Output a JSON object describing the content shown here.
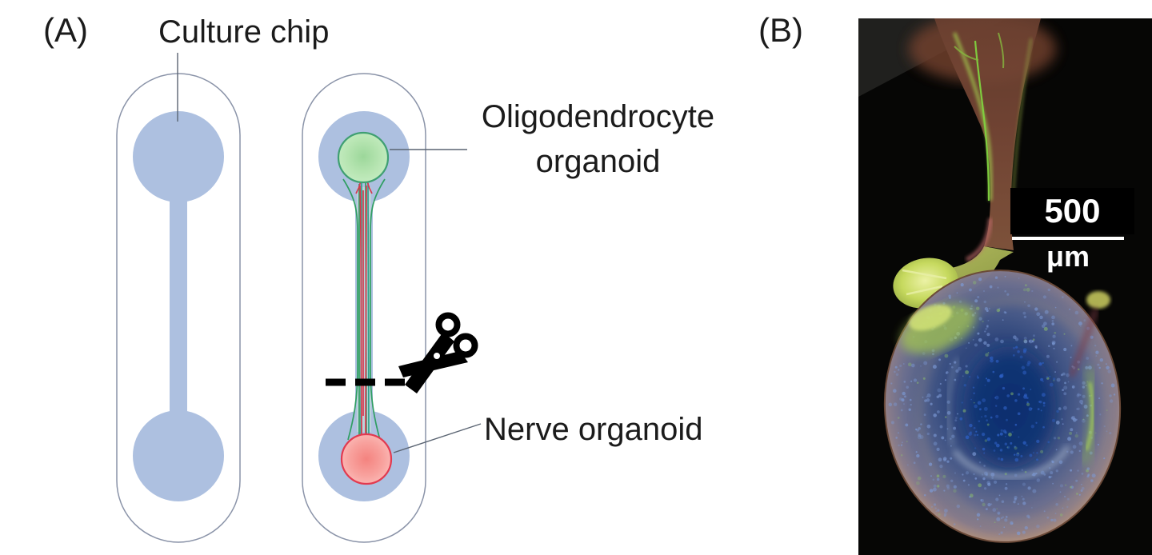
{
  "panel_a": {
    "label": "(A)",
    "culture_chip_label": "Culture chip",
    "oligo_label_line1": "Oligodendrocyte",
    "oligo_label_line2": "organoid",
    "nerve_label": "Nerve organoid",
    "icons": {
      "scissors": "✂",
      "cut_line": "dashed-line"
    }
  },
  "panel_b": {
    "label": "(B)",
    "scale_bar": {
      "value": "500",
      "unit": "μm"
    }
  },
  "colors": {
    "chip_fill": "#adc0e0",
    "chip_outline": "#8a93a8",
    "leader_line": "#5a6472",
    "oligo_fill": "#c9eec6",
    "oligo_core": "#9cd79a",
    "oligo_outline": "#3f9f72",
    "nerve_fill": "#fcc3c0",
    "nerve_core": "#f4837f",
    "nerve_outline": "#e23a50",
    "fiber_green": "#2f9e62",
    "fiber_teal": "#2aa188",
    "fiber_red": "#d6394e",
    "cut_line": "#000000",
    "label_text": "#1b1b1b",
    "photo_background": "#060605",
    "scale_text": "#ffffff"
  }
}
